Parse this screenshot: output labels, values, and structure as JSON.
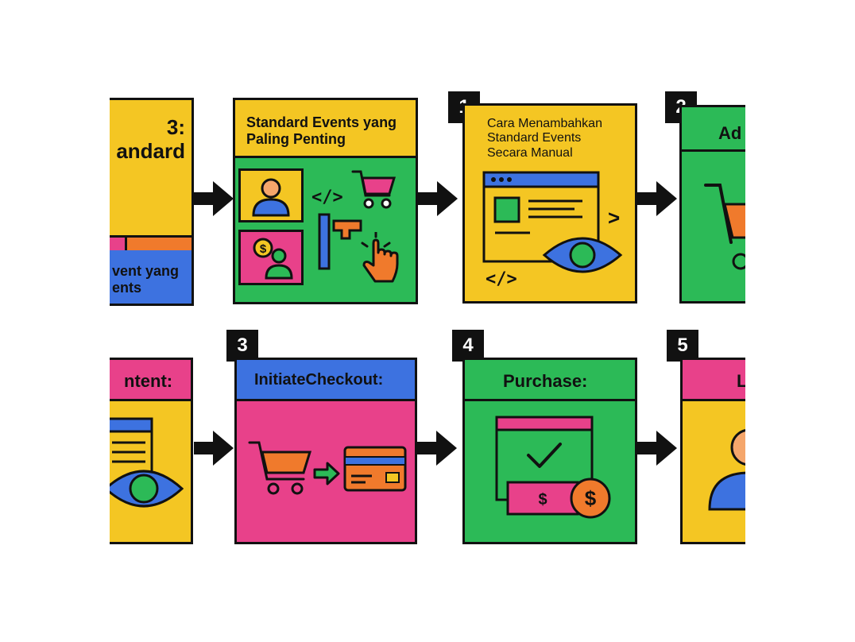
{
  "colors": {
    "yellow": "#f4c623",
    "green": "#2cba57",
    "pink": "#e8418a",
    "blue": "#3d72e0",
    "orange": "#f07a2c",
    "black": "#111111"
  },
  "cards": {
    "intro": {
      "title": "3:\nandard",
      "subtitle": "vent yang\nents"
    },
    "important_events": {
      "title": "Standard Events yang\nPaling Penting"
    },
    "manual": {
      "badge": "1",
      "title": "Cara Menambahkan\nStandard Events\nSecara Manual"
    },
    "add_to_cart": {
      "badge": "2",
      "title": "Ad"
    },
    "view_content": {
      "title": "ntent:"
    },
    "initiate_checkout": {
      "badge": "3",
      "title": "InitiateCheckout:"
    },
    "purchase": {
      "badge": "4",
      "title": "Purchase:"
    },
    "lead": {
      "badge": "5",
      "title": "L"
    }
  },
  "icons": {
    "code_symbol": "</>",
    "chevron": ">",
    "dollar": "$"
  }
}
